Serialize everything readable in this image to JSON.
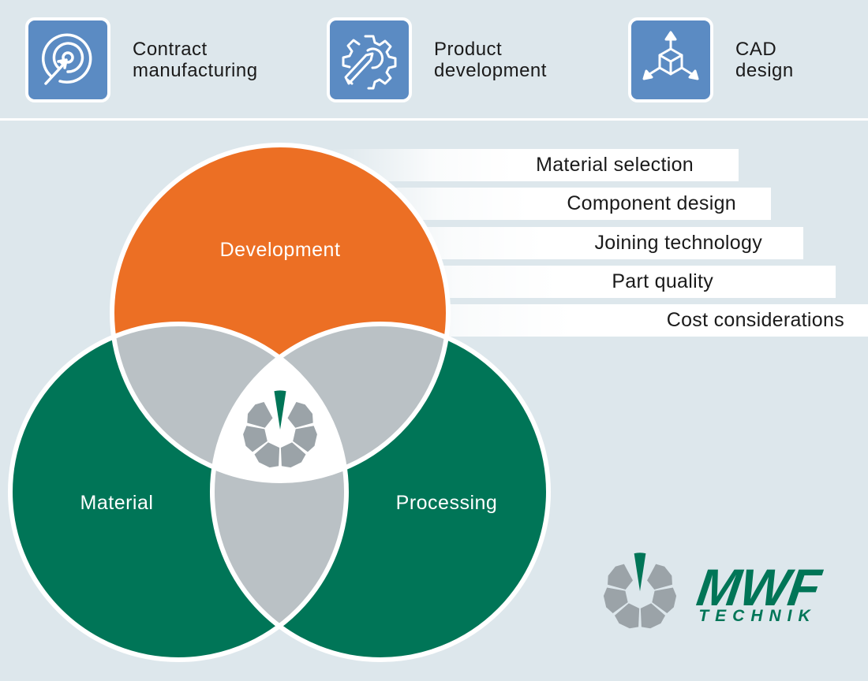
{
  "services": [
    {
      "label": "Contract\nmanufacturing",
      "icon": "target-arrow-icon"
    },
    {
      "label": "Product\ndevelopment",
      "icon": "gear-pencil-icon"
    },
    {
      "label": "CAD\ndesign",
      "icon": "3d-cube-axes-icon"
    }
  ],
  "aspects": [
    "Material selection",
    "Component design",
    "Joining technology",
    "Part quality",
    "Cost considerations"
  ],
  "venn": {
    "sets": [
      {
        "label": "Development",
        "color": "#ec6f24"
      },
      {
        "label": "Material",
        "color": "#007557"
      },
      {
        "label": "Processing",
        "color": "#007557"
      }
    ],
    "overlap_color": "#bac1c5",
    "center_color": "#ffffff"
  },
  "logo": {
    "name": "MWF",
    "subtitle": "TECHNIK",
    "green": "#007557",
    "gray": "#9ba3a8"
  },
  "colors": {
    "background": "#dde7ec",
    "icon_box": "#5b8bc3"
  }
}
